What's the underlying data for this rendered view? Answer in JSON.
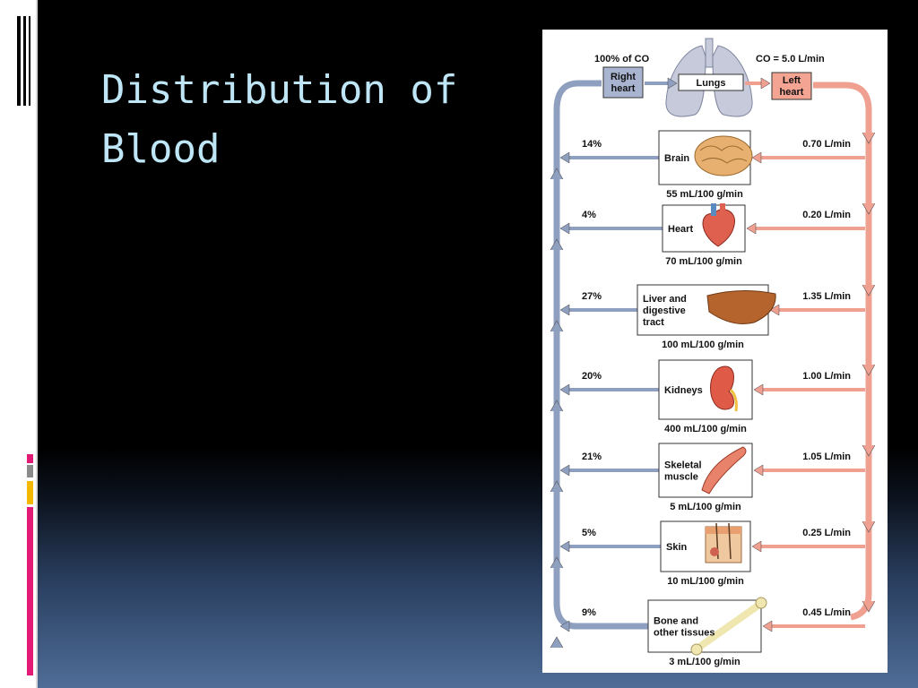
{
  "slide": {
    "title_line1": "Distribution of",
    "title_line2": "Blood"
  },
  "colors": {
    "venous": "#8f9fc0",
    "arterial": "#f0a090",
    "title": "#bfe6f6"
  },
  "top": {
    "co_percent": "100% of CO",
    "co_value": "CO = 5.0 L/min",
    "right_heart_line1": "Right",
    "right_heart_line2": "heart",
    "lungs": "Lungs",
    "left_heart_line1": "Left",
    "left_heart_line2": "heart"
  },
  "organs": [
    {
      "lines": [
        "Brain"
      ],
      "percent": "14%",
      "flow": "0.70 L/min",
      "perfusion": "55 mL/100 g/min",
      "icon": "brain-icon"
    },
    {
      "lines": [
        "Heart"
      ],
      "percent": "4%",
      "flow": "0.20 L/min",
      "perfusion": "70 mL/100 g/min",
      "icon": "heart-icon"
    },
    {
      "lines": [
        "Liver and",
        "digestive",
        "tract"
      ],
      "percent": "27%",
      "flow": "1.35 L/min",
      "perfusion": "100 mL/100 g/min",
      "icon": "liver-icon"
    },
    {
      "lines": [
        "Kidneys"
      ],
      "percent": "20%",
      "flow": "1.00 L/min",
      "perfusion": "400 mL/100 g/min",
      "icon": "kidney-icon"
    },
    {
      "lines": [
        "Skeletal",
        "muscle"
      ],
      "percent": "21%",
      "flow": "1.05 L/min",
      "perfusion": "5 mL/100 g/min",
      "icon": "muscle-icon"
    },
    {
      "lines": [
        "Skin"
      ],
      "percent": "5%",
      "flow": "0.25 L/min",
      "perfusion": "10 mL/100 g/min",
      "icon": "skin-icon"
    },
    {
      "lines": [
        "Bone and",
        "other tissues"
      ],
      "percent": "9%",
      "flow": "0.45 L/min",
      "perfusion": "3 mL/100 g/min",
      "icon": "bone-icon"
    }
  ]
}
